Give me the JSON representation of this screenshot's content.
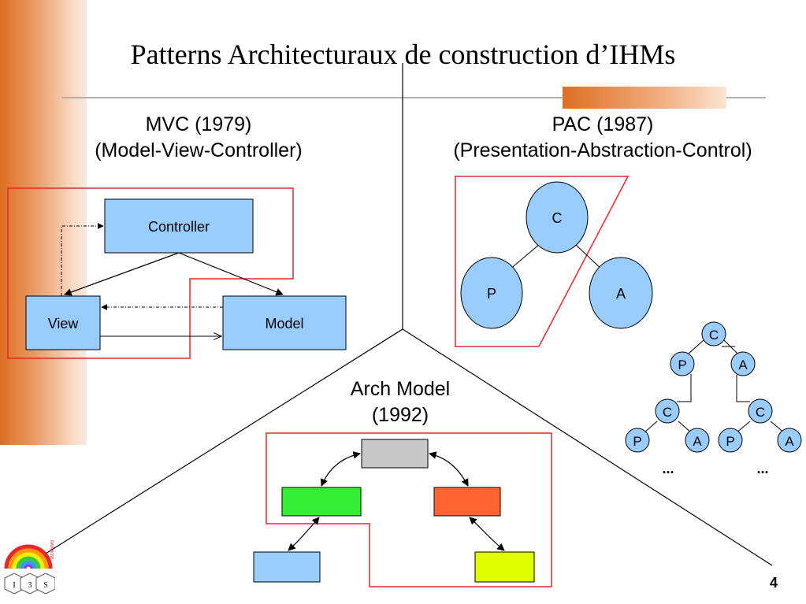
{
  "slide": {
    "title": "Patterns Architecturaux de construction d’IHMs",
    "page_number": "4"
  },
  "mvc": {
    "heading_line1": "MVC (1979)",
    "heading_line2": "(Model-View-Controller)",
    "controller_label": "Controller",
    "view_label": "View",
    "model_label": "Model"
  },
  "pac": {
    "heading_line1": "PAC (1987)",
    "heading_line2": "(Presentation-Abstraction-Control)",
    "control_label": "C",
    "presentation_label": "P",
    "abstraction_label": "A",
    "ellipsis": "..."
  },
  "arch": {
    "heading_line1": "Arch Model",
    "heading_line2": "(1992)"
  },
  "logo": {
    "side_letters": "RAINBOW",
    "cube_letters": [
      "I",
      "3",
      "S"
    ]
  },
  "colors": {
    "orange_bar": "#dd6f22",
    "node_blue": "#99ccff",
    "highlight_red": "#e8262d",
    "arch_gray": "#c8c8c8",
    "arch_green": "#33ee33",
    "arch_orange": "#ff6633",
    "arch_yellow": "#ddff00"
  }
}
